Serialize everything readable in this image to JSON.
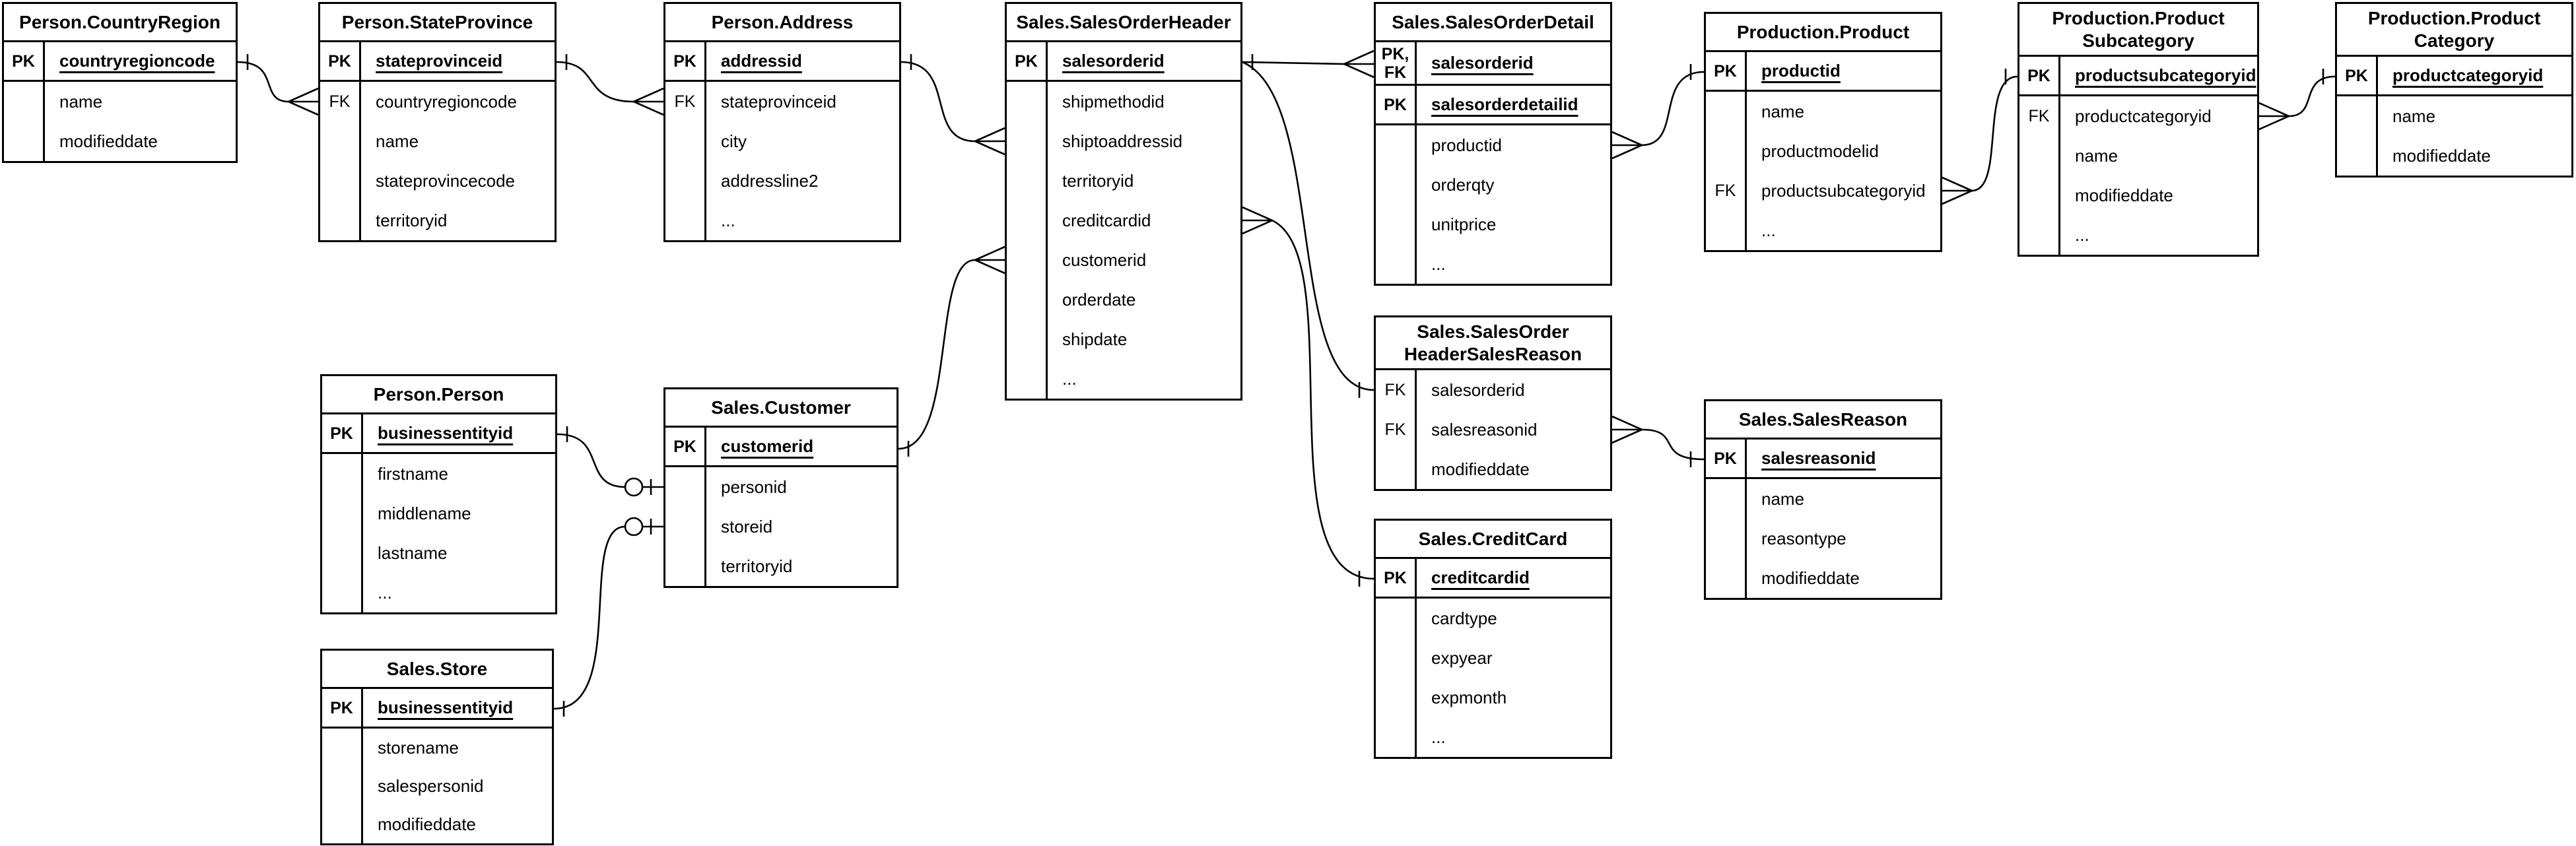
{
  "diagram": {
    "notation": "crow-foot",
    "background_color": "#ffffff",
    "line_color": "#000000",
    "tables": [
      {
        "title": "Person.CountryRegion",
        "rows": [
          {
            "key": "PK",
            "name": "countryregioncode"
          },
          {
            "key": "",
            "name": "name"
          },
          {
            "key": "",
            "name": "modifieddate"
          }
        ]
      },
      {
        "title": "Person.StateProvince",
        "rows": [
          {
            "key": "PK",
            "name": "stateprovinceid"
          },
          {
            "key": "FK",
            "name": "countryregioncode"
          },
          {
            "key": "",
            "name": "name"
          },
          {
            "key": "",
            "name": "stateprovincecode"
          },
          {
            "key": "",
            "name": "territoryid"
          }
        ]
      },
      {
        "title": "Person.Address",
        "rows": [
          {
            "key": "PK",
            "name": "addressid"
          },
          {
            "key": "FK",
            "name": "stateprovinceid"
          },
          {
            "key": "",
            "name": "city"
          },
          {
            "key": "",
            "name": "addressline2"
          },
          {
            "key": "",
            "name": "..."
          }
        ]
      },
      {
        "title": "Sales.SalesOrderHeader",
        "rows": [
          {
            "key": "PK",
            "name": "salesorderid"
          },
          {
            "key": "",
            "name": "shipmethodid"
          },
          {
            "key": "",
            "name": "shiptoaddressid"
          },
          {
            "key": "",
            "name": "territoryid"
          },
          {
            "key": "",
            "name": "creditcardid"
          },
          {
            "key": "",
            "name": "customerid"
          },
          {
            "key": "",
            "name": "orderdate"
          },
          {
            "key": "",
            "name": "shipdate"
          },
          {
            "key": "",
            "name": "..."
          }
        ]
      },
      {
        "title": "Sales.SalesOrderDetail",
        "rows": [
          {
            "key": "PK,\nFK",
            "name": "salesorderid"
          },
          {
            "key": "PK",
            "name": "salesorderdetailid"
          },
          {
            "key": "",
            "name": "productid"
          },
          {
            "key": "",
            "name": "orderqty"
          },
          {
            "key": "",
            "name": "unitprice"
          },
          {
            "key": "",
            "name": "..."
          }
        ]
      },
      {
        "title": "Production.Product",
        "rows": [
          {
            "key": "PK",
            "name": "productid"
          },
          {
            "key": "",
            "name": "name"
          },
          {
            "key": "",
            "name": "productmodelid"
          },
          {
            "key": "FK",
            "name": "productsubcategoryid"
          },
          {
            "key": "",
            "name": "..."
          }
        ]
      },
      {
        "title": "Production.Product\nSubcategory",
        "rows": [
          {
            "key": "PK",
            "name": "productsubcategoryid"
          },
          {
            "key": "FK",
            "name": "productcategoryid"
          },
          {
            "key": "",
            "name": "name"
          },
          {
            "key": "",
            "name": "modifieddate"
          },
          {
            "key": "",
            "name": "..."
          }
        ]
      },
      {
        "title": "Production.Product\nCategory",
        "rows": [
          {
            "key": "PK",
            "name": "productcategoryid"
          },
          {
            "key": "",
            "name": "name"
          },
          {
            "key": "",
            "name": "modifieddate"
          }
        ]
      },
      {
        "title": "Person.Person",
        "rows": [
          {
            "key": "PK",
            "name": "businessentityid"
          },
          {
            "key": "",
            "name": "firstname"
          },
          {
            "key": "",
            "name": "middlename"
          },
          {
            "key": "",
            "name": "lastname"
          },
          {
            "key": "",
            "name": "..."
          }
        ]
      },
      {
        "title": "Sales.Customer",
        "rows": [
          {
            "key": "PK",
            "name": "customerid"
          },
          {
            "key": "",
            "name": "personid"
          },
          {
            "key": "",
            "name": "storeid"
          },
          {
            "key": "",
            "name": "territoryid"
          }
        ]
      },
      {
        "title": "Sales.Store",
        "rows": [
          {
            "key": "PK",
            "name": "businessentityid"
          },
          {
            "key": "",
            "name": "storename"
          },
          {
            "key": "",
            "name": "salespersonid"
          },
          {
            "key": "",
            "name": "modifieddate"
          }
        ]
      },
      {
        "title": "Sales.SalesOrder\nHeaderSalesReason",
        "rows": [
          {
            "key": "FK",
            "name": "salesorderid"
          },
          {
            "key": "FK",
            "name": "salesreasonid"
          },
          {
            "key": "",
            "name": "modifieddate"
          }
        ]
      },
      {
        "title": "Sales.SalesReason",
        "rows": [
          {
            "key": "PK",
            "name": "salesreasonid"
          },
          {
            "key": "",
            "name": "name"
          },
          {
            "key": "",
            "name": "reasontype"
          },
          {
            "key": "",
            "name": "modifieddate"
          }
        ]
      },
      {
        "title": "Sales.CreditCard",
        "rows": [
          {
            "key": "PK",
            "name": "creditcardid"
          },
          {
            "key": "",
            "name": "cardtype"
          },
          {
            "key": "",
            "name": "expyear"
          },
          {
            "key": "",
            "name": "expmonth"
          },
          {
            "key": "",
            "name": "..."
          }
        ]
      }
    ],
    "relationships": [
      {
        "from": "Person.CountryRegion.countryregioncode",
        "from_cardinality": "one",
        "to": "Person.StateProvince.countryregioncode",
        "to_cardinality": "many"
      },
      {
        "from": "Person.StateProvince.stateprovinceid",
        "from_cardinality": "one",
        "to": "Person.Address.stateprovinceid",
        "to_cardinality": "many"
      },
      {
        "from": "Person.Address.addressid",
        "from_cardinality": "one",
        "to": "Sales.SalesOrderHeader.shiptoaddressid",
        "to_cardinality": "many"
      },
      {
        "from": "Person.Person.businessentityid",
        "from_cardinality": "one",
        "to": "Sales.Customer.personid",
        "to_cardinality": "zero-or-one"
      },
      {
        "from": "Sales.Store.businessentityid",
        "from_cardinality": "one",
        "to": "Sales.Customer.storeid",
        "to_cardinality": "zero-or-one"
      },
      {
        "from": "Sales.Customer.customerid",
        "from_cardinality": "one",
        "to": "Sales.SalesOrderHeader.customerid",
        "to_cardinality": "many"
      },
      {
        "from": "Sales.SalesOrderHeader.salesorderid",
        "from_cardinality": "one",
        "to": "Sales.SalesOrderDetail.salesorderid",
        "to_cardinality": "many"
      },
      {
        "from": "Sales.SalesOrderHeader.salesorderid",
        "from_cardinality": "one",
        "to": "Sales.SalesOrderHeaderSalesReason.salesorderid",
        "to_cardinality": "one"
      },
      {
        "from": "Sales.SalesOrderHeader.creditcardid",
        "from_cardinality": "many",
        "to": "Sales.CreditCard.creditcardid",
        "to_cardinality": "one"
      },
      {
        "from": "Sales.SalesOrderDetail.productid",
        "from_cardinality": "many",
        "to": "Production.Product.productid",
        "to_cardinality": "one"
      },
      {
        "from": "Sales.SalesOrderHeaderSalesReason.salesreasonid",
        "from_cardinality": "many",
        "to": "Sales.SalesReason.salesreasonid",
        "to_cardinality": "one"
      },
      {
        "from": "Production.Product.productsubcategoryid",
        "from_cardinality": "many",
        "to": "Production.ProductSubcategory.productsubcategoryid",
        "to_cardinality": "one"
      },
      {
        "from": "Production.ProductSubcategory.productcategoryid",
        "from_cardinality": "many",
        "to": "Production.ProductCategory.productcategoryid",
        "to_cardinality": "one"
      }
    ]
  }
}
